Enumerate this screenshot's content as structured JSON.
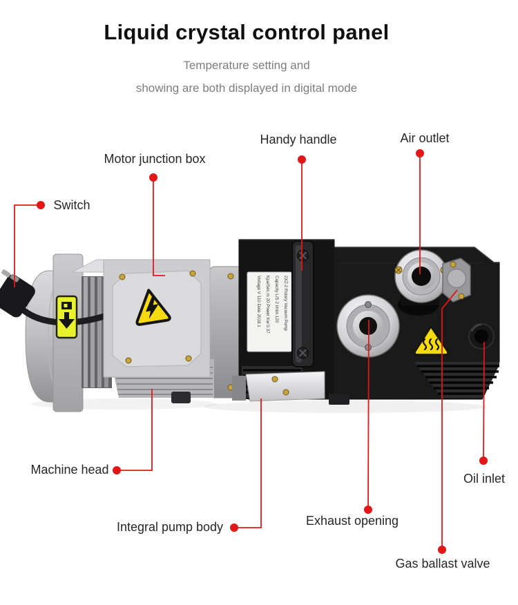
{
  "header": {
    "title": "Liquid crystal control panel",
    "subtitle_line1": "Temperature setting and",
    "subtitle_line2": "showing are both displayed in digital mode"
  },
  "callouts": [
    {
      "id": "motor-junction-box",
      "label": "Motor junction box"
    },
    {
      "id": "switch",
      "label": "Switch"
    },
    {
      "id": "handy-handle",
      "label": "Handy handle"
    },
    {
      "id": "air-outlet",
      "label": "Air outlet"
    },
    {
      "id": "machine-head",
      "label": "Machine head"
    },
    {
      "id": "integral-pump-body",
      "label": "Integral pump body"
    },
    {
      "id": "exhaust-opening",
      "label": "Exhaust opening"
    },
    {
      "id": "gas-ballast-valve",
      "label": "Gas ballast valve"
    },
    {
      "id": "oil-inlet",
      "label": "Oil inlet"
    }
  ],
  "nameplate": {
    "lines": [
      "2XZ-2  Rotary  Vacuum  Pump",
      "Capacity L/S  2  l/min  120",
      "Kpa/Sec.m  20  Power Kw  0.37",
      "Voltage V  110  Date  2018.1"
    ]
  },
  "icons": {
    "electric_warning": "high-voltage-warning-triangle",
    "hot_surface_warning": "hot-surface-warning-triangle",
    "direction_arrow": "down-arrow-sticker"
  },
  "colors": {
    "accent_red": "#e21717",
    "title_color": "#101010",
    "subtitle_color": "#7d7d7d",
    "label_color": "#262626",
    "warning_yellow": "#f7da10",
    "sticker_yellow_green": "#e7f22c"
  }
}
